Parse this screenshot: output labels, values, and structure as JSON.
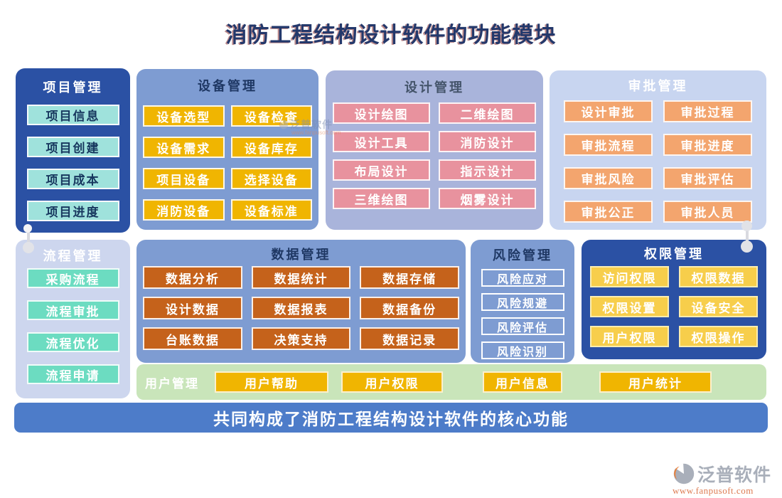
{
  "title": "消防工程结构设计软件的功能模块",
  "bottom_banner": "共同构成了消防工程结构设计软件的核心功能",
  "panels": [
    {
      "id": "project",
      "title": "项目管理",
      "items": [
        "项目信息",
        "项目创建",
        "项目成本",
        "项目进度"
      ]
    },
    {
      "id": "equipment",
      "title": "设备管理",
      "items": [
        "设备选型",
        "设备检查",
        "设备需求",
        "设备库存",
        "项目设备",
        "选择设备",
        "消防设备",
        "设备标准"
      ]
    },
    {
      "id": "design",
      "title": "设计管理",
      "items": [
        "设计绘图",
        "二维绘图",
        "设计工具",
        "消防设计",
        "布局设计",
        "指示设计",
        "三维绘图",
        "烟雾设计"
      ]
    },
    {
      "id": "approval",
      "title": "审批管理",
      "items": [
        "设计审批",
        "审批过程",
        "审批流程",
        "审批进度",
        "审批风险",
        "审批评估",
        "审批公正",
        "审批人员"
      ]
    },
    {
      "id": "process",
      "title": "流程管理",
      "items": [
        "采购流程",
        "流程审批",
        "流程优化",
        "流程申请"
      ]
    },
    {
      "id": "data",
      "title": "数据管理",
      "items": [
        "数据分析",
        "数据统计",
        "数据存储",
        "设计数据",
        "数据报表",
        "数据备份",
        "台账数据",
        "决策支持",
        "数据记录"
      ]
    },
    {
      "id": "risk",
      "title": "风险管理",
      "items": [
        "风险应对",
        "风险规避",
        "风险评估",
        "风险识别"
      ]
    },
    {
      "id": "permission",
      "title": "权限管理",
      "items": [
        "访问权限",
        "权限数据",
        "权限设置",
        "设备安全",
        "用户权限",
        "权限操作"
      ]
    },
    {
      "id": "user",
      "title": "用户管理",
      "items": [
        "用户帮助",
        "用户权限",
        "用户信息",
        "用户统计"
      ]
    }
  ],
  "brand": {
    "name": "泛普软件",
    "url": "www.fanpusoft.com"
  },
  "colors": {
    "title_text": "#23386B",
    "panel_dark_blue": "#2B51A4",
    "panel_medium_blue": "#7E9CD2",
    "panel_periwinkle": "#A9B4DB",
    "panel_light_blue": "#C8D5F0",
    "panel_lavender": "#CDD6EE",
    "panel_green": "#C9E5BA",
    "banner_blue": "#4D7CC9",
    "btn_cyan": "#9FE2DC",
    "btn_gold": "#F0B501",
    "btn_pink": "#E8929E",
    "btn_orange": "#F3A56E",
    "btn_mint": "#6CDCC1",
    "btn_rust": "#C5621B",
    "btn_yellow": "#F7CE4B",
    "brand_grey": "#A9AFBA",
    "brand_orange": "#DD7A50"
  }
}
